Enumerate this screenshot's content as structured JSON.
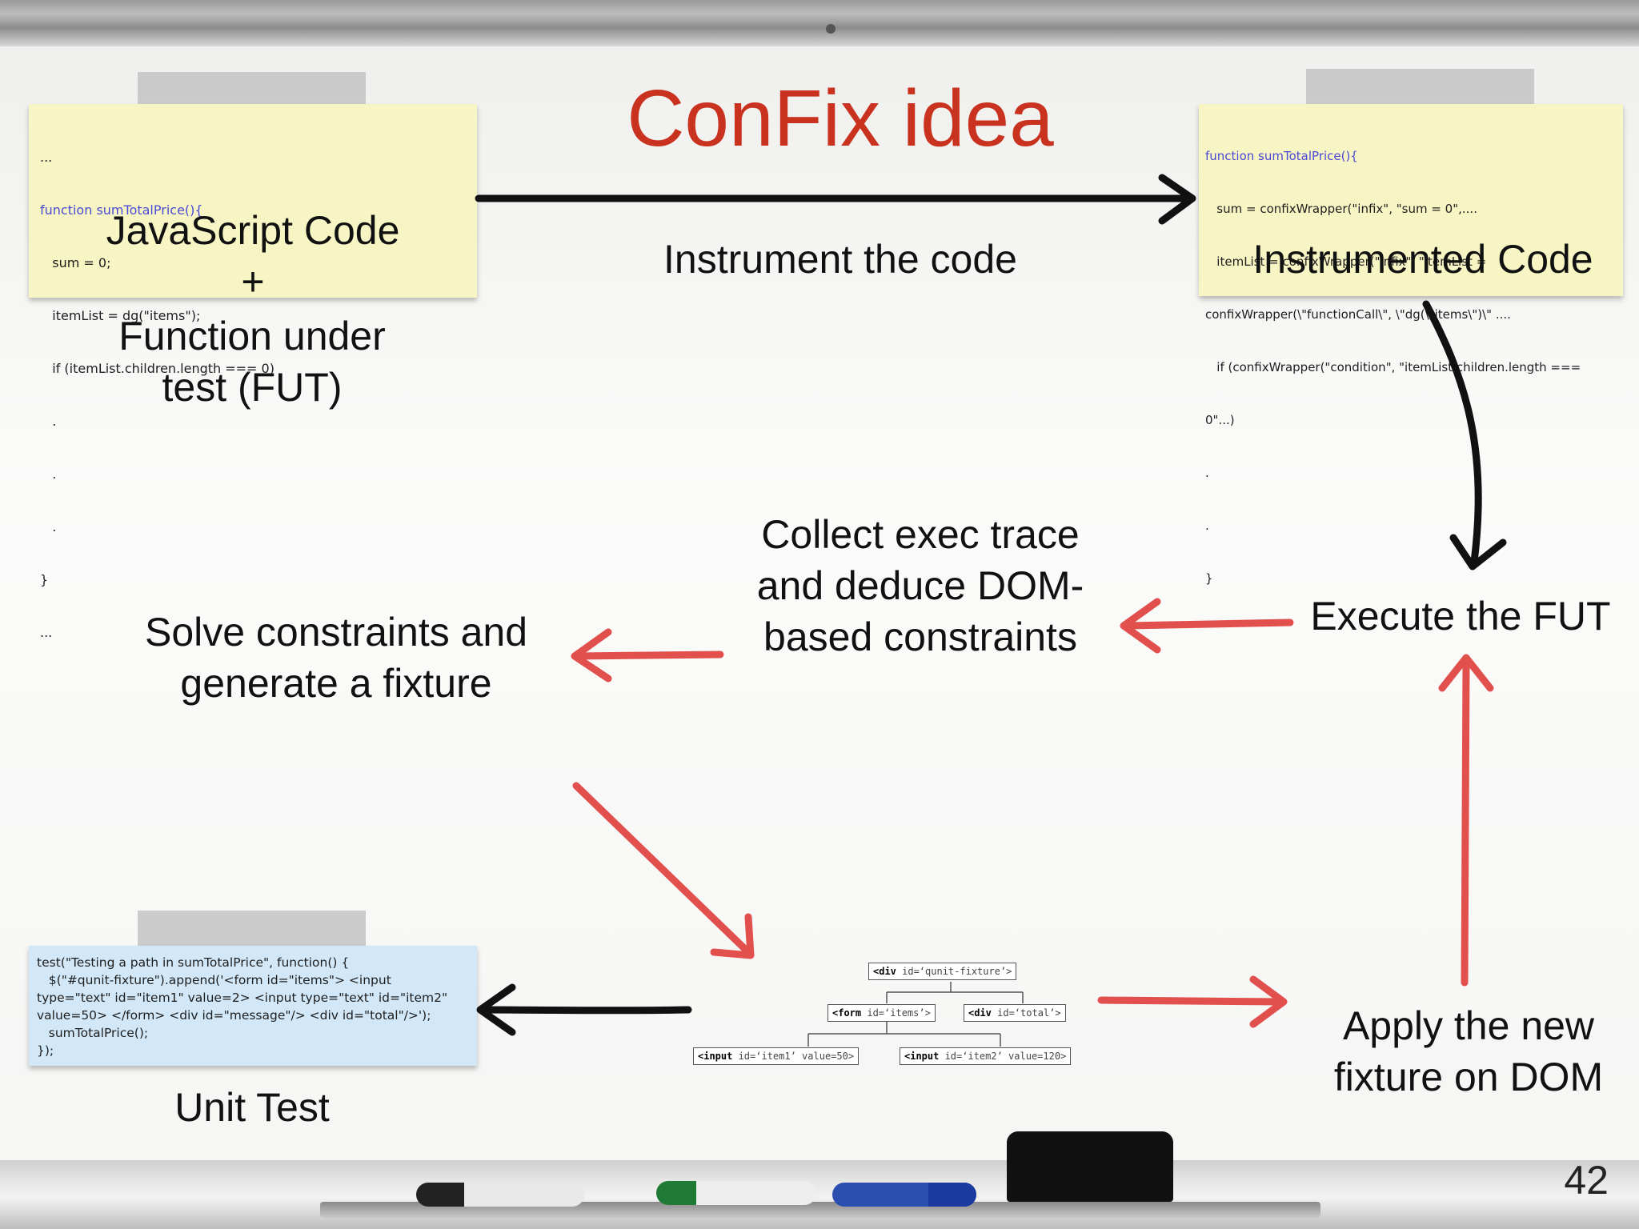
{
  "title": "ConFix idea",
  "page_number": "42",
  "js_note": {
    "lines": [
      "...",
      "function sumTotalPrice(){",
      "   sum = 0;",
      "   itemList = dg(\"items\");",
      "   if (itemList.children.length === 0)",
      "   .",
      "   .",
      "   .",
      "}",
      "..."
    ],
    "caption": "JavaScript Code",
    "plus": "+"
  },
  "fut_label": {
    "line1": "Function under",
    "line2": "test (FUT)"
  },
  "instr_note": {
    "lines": [
      "function sumTotalPrice(){",
      "   sum = confixWrapper(\"infix\", \"sum = 0\",....",
      "   itemList = confixWrapper(\"infix\", \"itemList =",
      "confixWrapper(\\\"functionCall\\\", \\\"dg(\\\"items\\\")\\\" ....",
      "   if (confixWrapper(\"condition\", \"itemList.children.length ===",
      "0\"...)",
      ".",
      ".",
      "}"
    ],
    "caption": "Instrumented Code"
  },
  "steps": {
    "instrument": "Instrument the code",
    "collect": {
      "line1": "Collect exec trace",
      "line2": "and deduce DOM-",
      "line3": "based constraints"
    },
    "execute": "Execute the FUT",
    "solve": {
      "line1": "Solve constraints and",
      "line2": "generate a fixture"
    },
    "apply": {
      "line1": "Apply the new",
      "line2": "fixture on DOM"
    },
    "unit_test": "Unit Test"
  },
  "unit_test_note": {
    "text": "test(\"Testing a path in sumTotalPrice\", function() {\n   $(\"#qunit-fixture\").append('<form id=\"items\"> <input type=\"text\" id=\"item1\" value=2> <input type=\"text\" id=\"item2\" value=50> </form> <div id=\"message\"/> <div id=\"total\"/>');\n   sumTotalPrice();\n});"
  },
  "dom_tree": {
    "root": {
      "tag": "<div",
      "attr": " id=‘qunit-fixture’>"
    },
    "form": {
      "tag": "<form",
      "attr": " id=‘items’>"
    },
    "total": {
      "tag": "<div",
      "attr": " id=‘total’>"
    },
    "item1": {
      "tag": "<input",
      "attr": " id=‘item1’ value=50>"
    },
    "item2": {
      "tag": "<input",
      "attr": " id=‘item2’ value=120>"
    }
  },
  "colors": {
    "title": "#c9321f",
    "red_arrow": "#e2504e",
    "black_arrow": "#111111",
    "yellow_note": "#f8f5c4",
    "blue_note": "#d2e8f8"
  },
  "icons": [
    "arrow-right-icon",
    "arrow-down-icon",
    "arrow-left-icon",
    "arrow-up-icon",
    "arrow-diagonal-icon"
  ]
}
